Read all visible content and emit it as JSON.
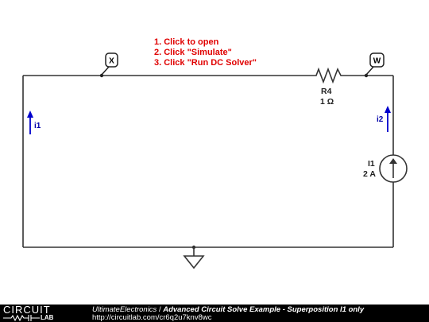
{
  "instructions": [
    "1. Click to open",
    "2. Click \"Simulate\"",
    "3. Click \"Run DC Solver\""
  ],
  "probes": {
    "x_label": "X",
    "w_label": "W"
  },
  "resistor": {
    "name": "R4",
    "value": "1 Ω"
  },
  "current_source": {
    "name": "I1",
    "value": "2 A"
  },
  "currents": {
    "i1": "i1",
    "i2": "i2"
  },
  "colors": {
    "instructions": "#e00000",
    "current_arrow": "#0000cc",
    "wire": "#333333",
    "footer_bg": "#000000"
  },
  "footer": {
    "logo_top": "CIRCUIT",
    "logo_bottom": "LAB",
    "author": "UltimateElectronics",
    "separator": " / ",
    "title": "Advanced Circuit Solve Example - Superposition I1 only",
    "url": "http://circuitlab.com/cr6q2u7knv8wc"
  }
}
